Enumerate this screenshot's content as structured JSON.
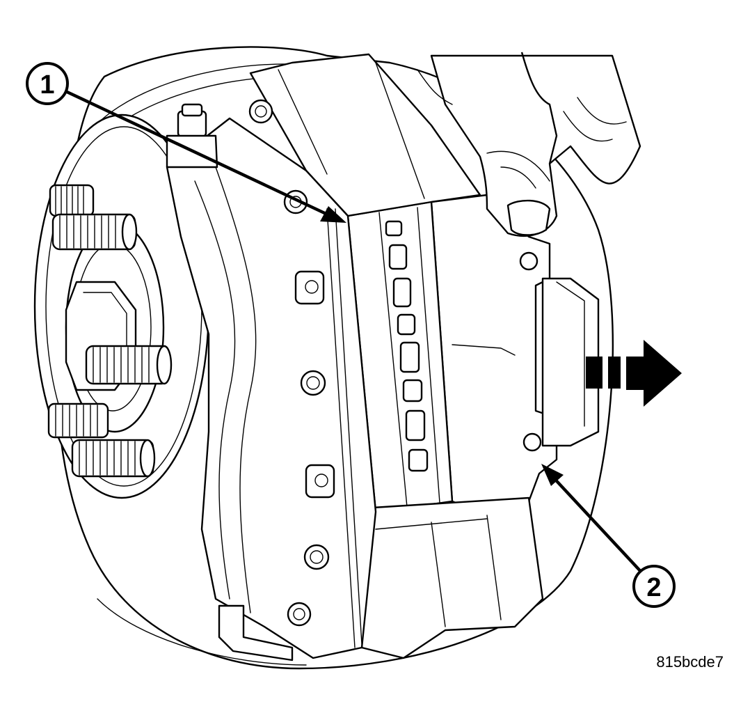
{
  "figure": {
    "callouts": [
      {
        "label": "1",
        "part": "brake-caliper"
      },
      {
        "label": "2",
        "part": "caliper-adapter"
      }
    ],
    "image_code": "815bcde7",
    "motion_arrow_icon": "dashed-arrow-right-icon",
    "colors": {
      "ink": "#000000",
      "paper": "#ffffff"
    }
  }
}
